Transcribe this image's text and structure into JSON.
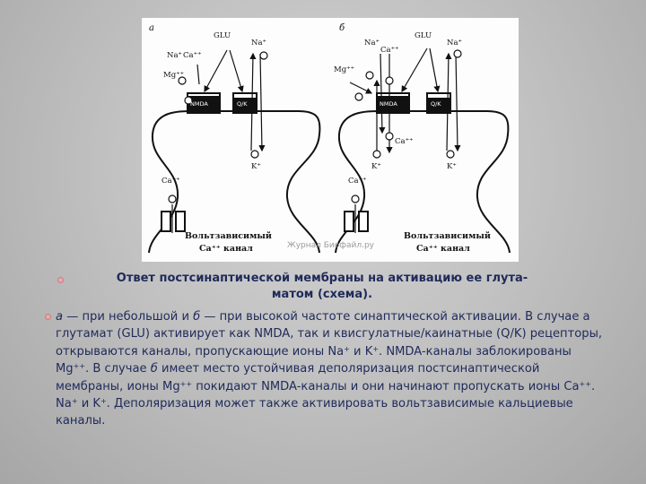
{
  "figure": {
    "panel_a": {
      "letter": "а",
      "glu": "GLU",
      "na_top": "Na⁺",
      "na_ion": "Na⁺",
      "ca_ion": "Ca⁺⁺",
      "mg_ion": "Mg⁺⁺",
      "nmda": "NMDA",
      "qk": "Q/K",
      "k_ion": "K⁺",
      "ca_channel_ion": "Ca⁺⁺",
      "channel_label_1": "Вольтзависимый",
      "channel_label_2": "Ca⁺⁺ канал"
    },
    "panel_b": {
      "letter": "б",
      "glu": "GLU",
      "na_top": "Na⁺",
      "na_ion": "Na⁺",
      "ca_ion": "Ca⁺⁺",
      "mg_ion": "Mg⁺⁺",
      "nmda": "NMDA",
      "qk": "Q/K",
      "ca_inside": "Ca⁺⁺",
      "k_ion_left": "K⁺",
      "k_ion_right": "K⁺",
      "ca_channel_ion": "Ca⁺⁺",
      "channel_label_1": "Вольтзависимый",
      "channel_label_2": "Ca⁺⁺ канал"
    },
    "watermark": "Журнал Биофайл.ру"
  },
  "caption": "Ответ постсинаптической мембраны на активацию ее глута-матом (схема).",
  "body": {
    "a_letter": "а",
    "seg1": " — при небольшой и ",
    "b_letter": "б",
    "seg2": " — при высокой частоте синаптической активации. В случае а глутамат (GLU) активирует как NMDA, так и квисгулатные/каинатные (Q/K) рецепторы, открываются каналы, пропускающие ионы Na",
    "sup_plus": "+",
    "seg3": " и K",
    "seg4": ". NMDA-каналы заблокированы Mg",
    "sup_plusplus": "++",
    "seg5": ". В случае ",
    "b_letter2": "б",
    "seg6": " имеет место устойчивая деполяризация постсинаптической мембраны, ионы Mg",
    "seg7": " покидают NMDA-каналы и они начинают пропускать ионы Ca",
    "seg8": ". Na",
    "seg9": " и K",
    "seg10": ". Деполяризация может также активировать вольтзависимые кальциевые каналы."
  }
}
